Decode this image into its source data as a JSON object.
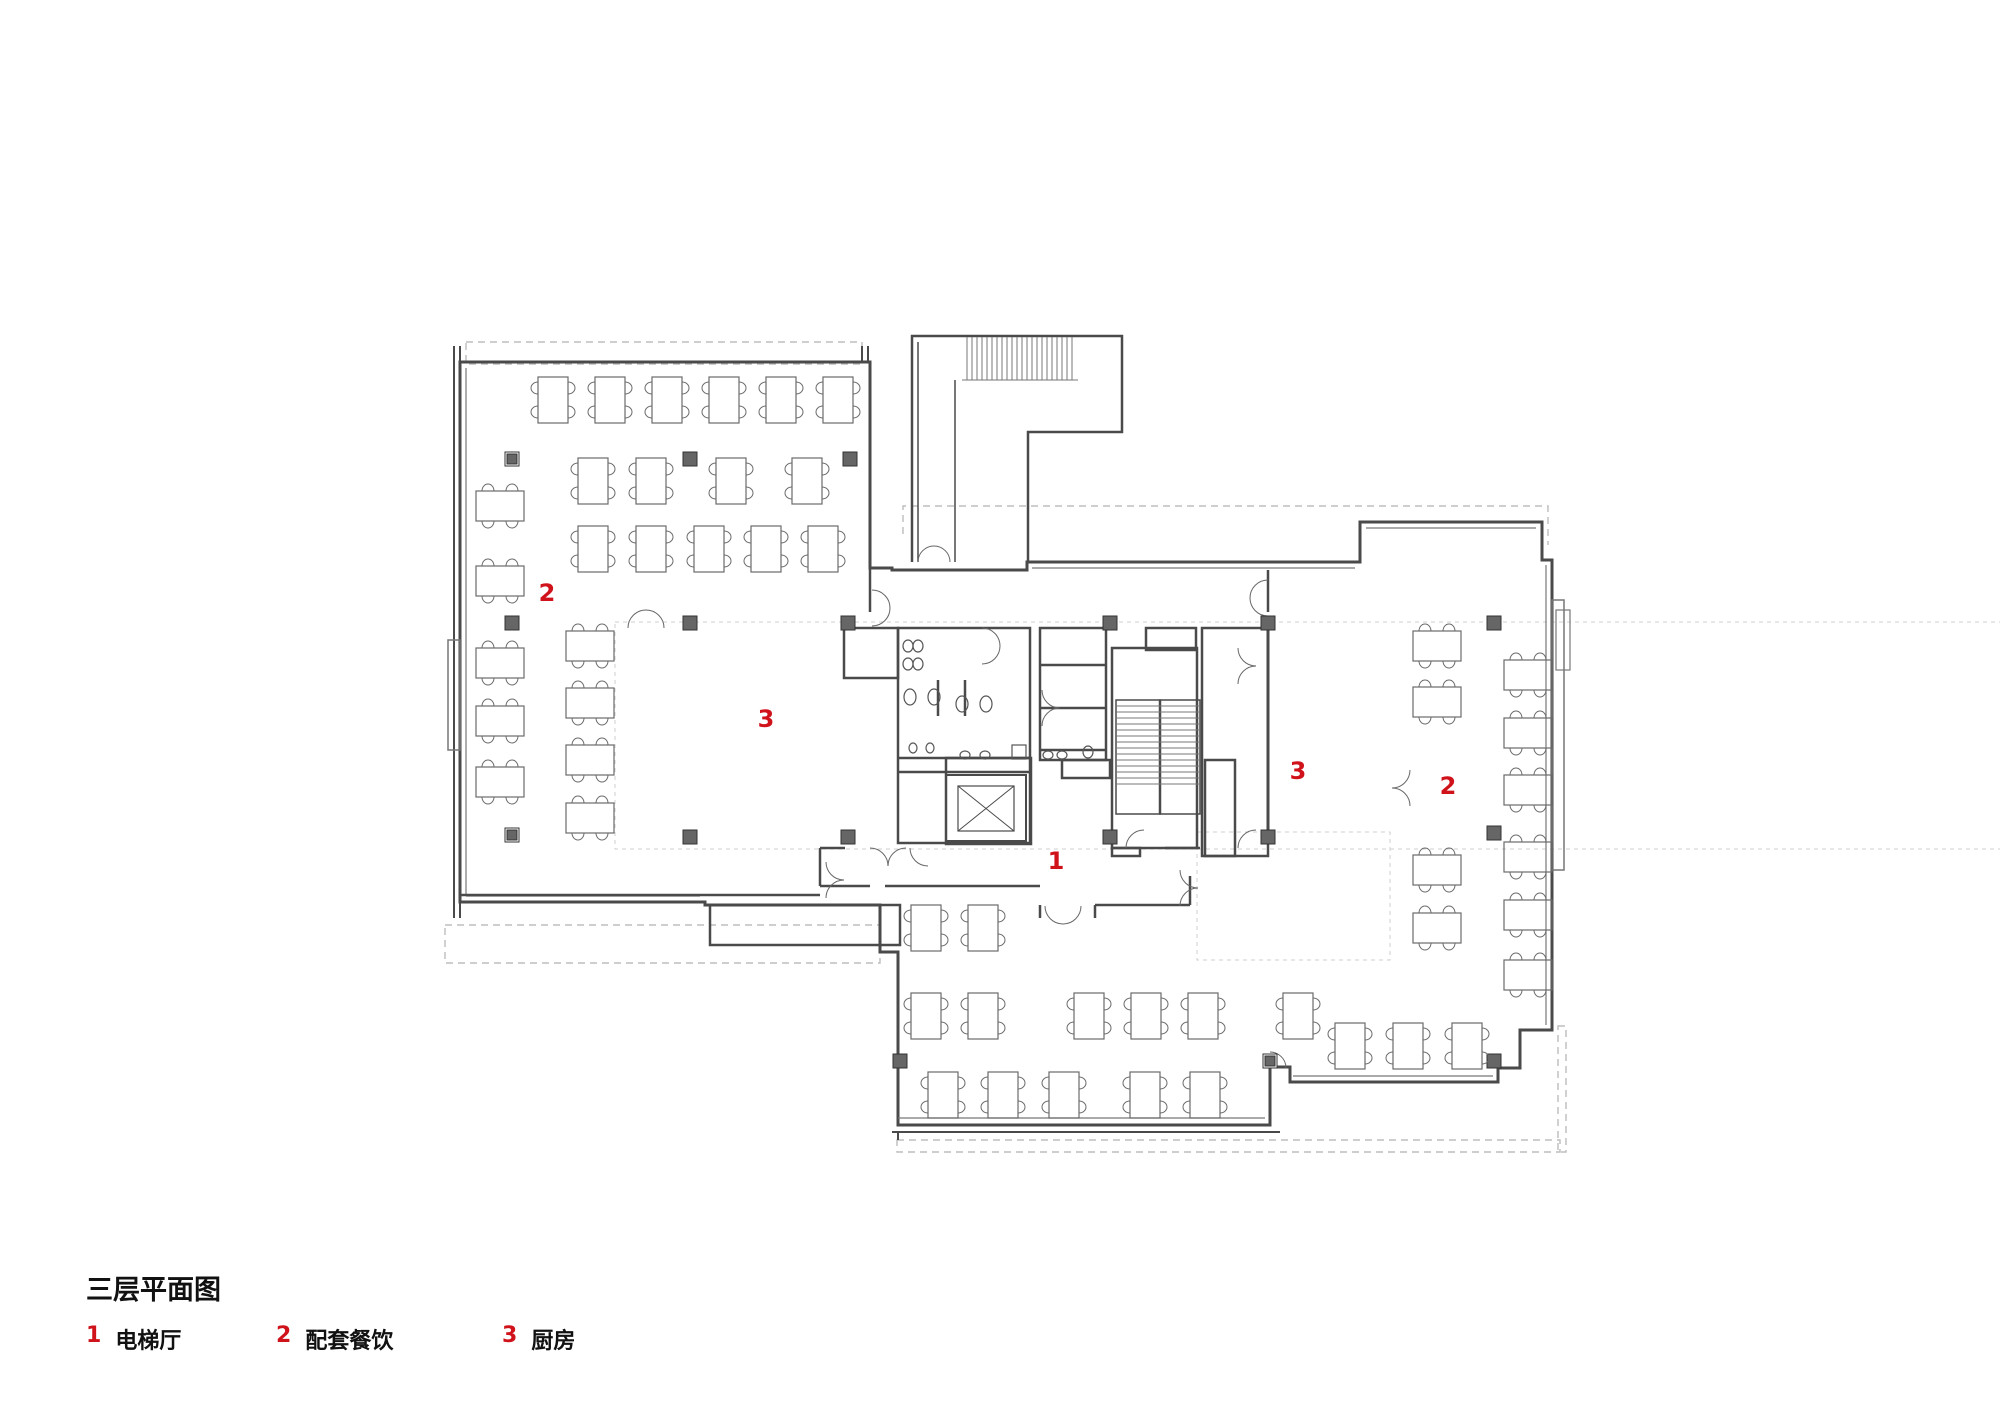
{
  "plan": {
    "title": "三层平面图",
    "room_labels": [
      {
        "id": "elevator-lobby",
        "number": "1"
      },
      {
        "id": "dining-west",
        "number": "2"
      },
      {
        "id": "dining-east",
        "number": "2"
      },
      {
        "id": "kitchen-west",
        "number": "3"
      },
      {
        "id": "kitchen-east",
        "number": "3"
      }
    ]
  },
  "legend": [
    {
      "number": "1",
      "label": "电梯厅"
    },
    {
      "number": "2",
      "label": "配套餐饮"
    },
    {
      "number": "3",
      "label": "厨房"
    }
  ],
  "colors": {
    "accent_red": "#d0121b",
    "wall": "#4a4a4a",
    "column": "#666666",
    "furniture": "#6a6a6a",
    "dashed": "#bdbdbd",
    "text": "#111111"
  }
}
